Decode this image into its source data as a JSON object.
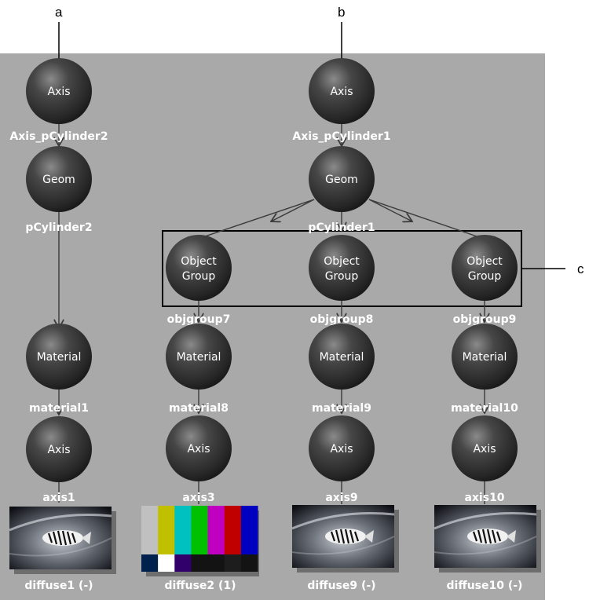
{
  "callouts": {
    "a": "a",
    "b": "b",
    "c": "c"
  },
  "nodes": {
    "axis_a": {
      "type": "Axis",
      "label": "Axis_pCylinder2"
    },
    "geom_a": {
      "type": "Geom",
      "label": "pCylinder2"
    },
    "mat_a": {
      "type": "Material",
      "label": "material1"
    },
    "axis1": {
      "type": "Axis",
      "label": "axis1"
    },
    "axis_b": {
      "type": "Axis",
      "label": "Axis_pCylinder1"
    },
    "geom_b": {
      "type": "Geom",
      "label": "pCylinder1"
    },
    "og7": {
      "type_l1": "Object",
      "type_l2": "Group",
      "label": "objgroup7"
    },
    "og8": {
      "type_l1": "Object",
      "type_l2": "Group",
      "label": "objgroup8"
    },
    "og9": {
      "type_l1": "Object",
      "type_l2": "Group",
      "label": "objgroup9"
    },
    "mat8": {
      "type": "Material",
      "label": "material8"
    },
    "mat9": {
      "type": "Material",
      "label": "material9"
    },
    "mat10": {
      "type": "Material",
      "label": "material10"
    },
    "axis3": {
      "type": "Axis",
      "label": "axis3"
    },
    "axis9": {
      "type": "Axis",
      "label": "axis9"
    },
    "axis10": {
      "type": "Axis",
      "label": "axis10"
    }
  },
  "textures": {
    "diffuse1": {
      "label": "diffuse1 (-)"
    },
    "diffuse2": {
      "label": "diffuse2 (1)"
    },
    "diffuse9": {
      "label": "diffuse9 (-)"
    },
    "diffuse10": {
      "label": "diffuse10 (-)"
    }
  },
  "colors": {
    "panel": "#a9a9a9",
    "node_dark": "#2b2b2b",
    "edge": "#3a3a3a",
    "colorbars_top": [
      "#c0c0c0",
      "#c0c000",
      "#00c0c0",
      "#00c000",
      "#c000c0",
      "#c00000",
      "#0000c0"
    ],
    "colorbars_bottom": [
      "#00214c",
      "#ffffff",
      "#32006a",
      "#131313",
      "#131313",
      "#1d1d1d",
      "#131313"
    ]
  }
}
